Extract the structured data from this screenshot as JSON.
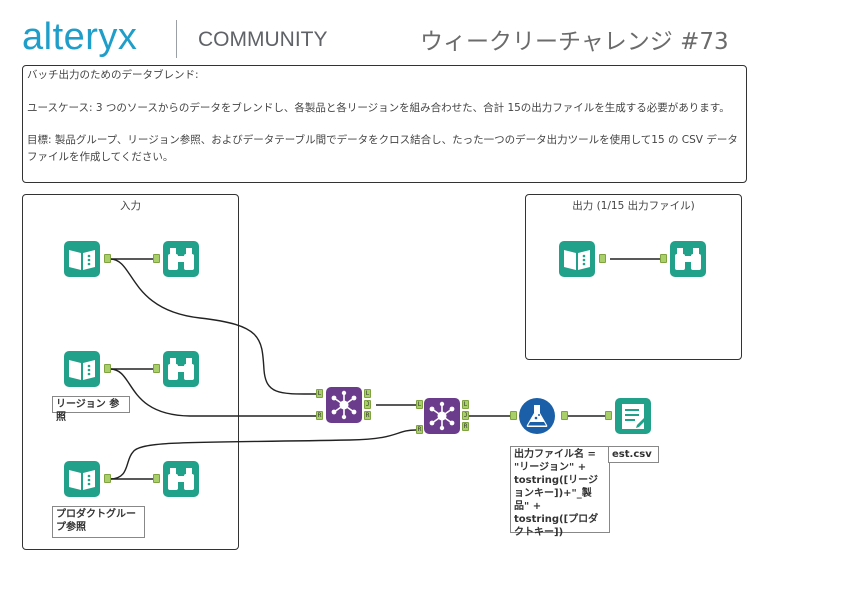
{
  "header": {
    "logo": "alteryx",
    "community": "COMMUNITY",
    "challenge_title": "ウィークリーチャレンジ #73"
  },
  "description": {
    "line1": "バッチ出力のためのデータブレンド:",
    "line2": "ユースケース:  3 つのソースからのデータをブレンドし、各製品と各リージョンを組み合わせた、合計 15の出力ファイルを生成する必要があります。",
    "line3": "目標: 製品グループ、リージョン参照、およびデータテーブル間でデータをクロス結合し、たった一つのデータ出力ツールを使用して15 の CSV データファイルを作成してください。"
  },
  "containers": {
    "input_title": "入力",
    "output_title": "出力 (1/15 出力ファイル)"
  },
  "annotations": {
    "region_ref": "リージョン 参照",
    "product_group_ref": "プロダクトグループ参照",
    "formula": "出力ファイル名 = \"リージョン\" + tostring([リージョンキー])+\"_製品\" + tostring([プロダクトキー])",
    "output_file": "est.csv"
  },
  "anchors": {
    "left": "L",
    "join": "J",
    "right": "R"
  },
  "colors": {
    "input_tool": "#21a08a",
    "browse_tool": "#21a08a",
    "join_tool": "#6b3b8c",
    "formula_tool": "#1b5fa8",
    "output_tool": "#21a08a",
    "anchor": "#a9cf6b",
    "logo": "#1f9ec9"
  },
  "icons": {
    "input": "book-icon",
    "browse": "binoculars-icon",
    "join": "join-network-icon",
    "formula": "flask-icon",
    "output": "output-notepad-icon"
  }
}
